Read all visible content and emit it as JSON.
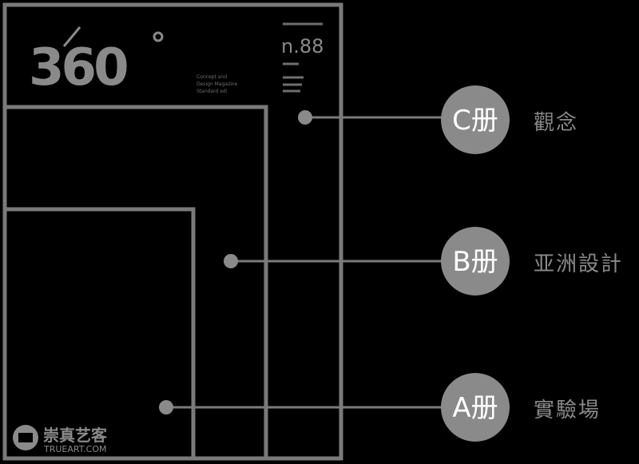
{
  "cover": {
    "logo": "360",
    "issue": "n.88",
    "small_text_lines": [
      "Concept and",
      "Design Magazine",
      "Standard edi"
    ]
  },
  "volumes": [
    {
      "badge": "C册",
      "label": "觀念"
    },
    {
      "badge": "B册",
      "label": "亚洲設計"
    },
    {
      "badge": "A册",
      "label": "實驗場"
    }
  ],
  "watermark": {
    "name_cn": "崇真艺客",
    "name_en": "TRUEART.COM"
  },
  "colors": {
    "background": "#000000",
    "gray": "#8a8a8a",
    "badge_text": "#ffffff"
  }
}
